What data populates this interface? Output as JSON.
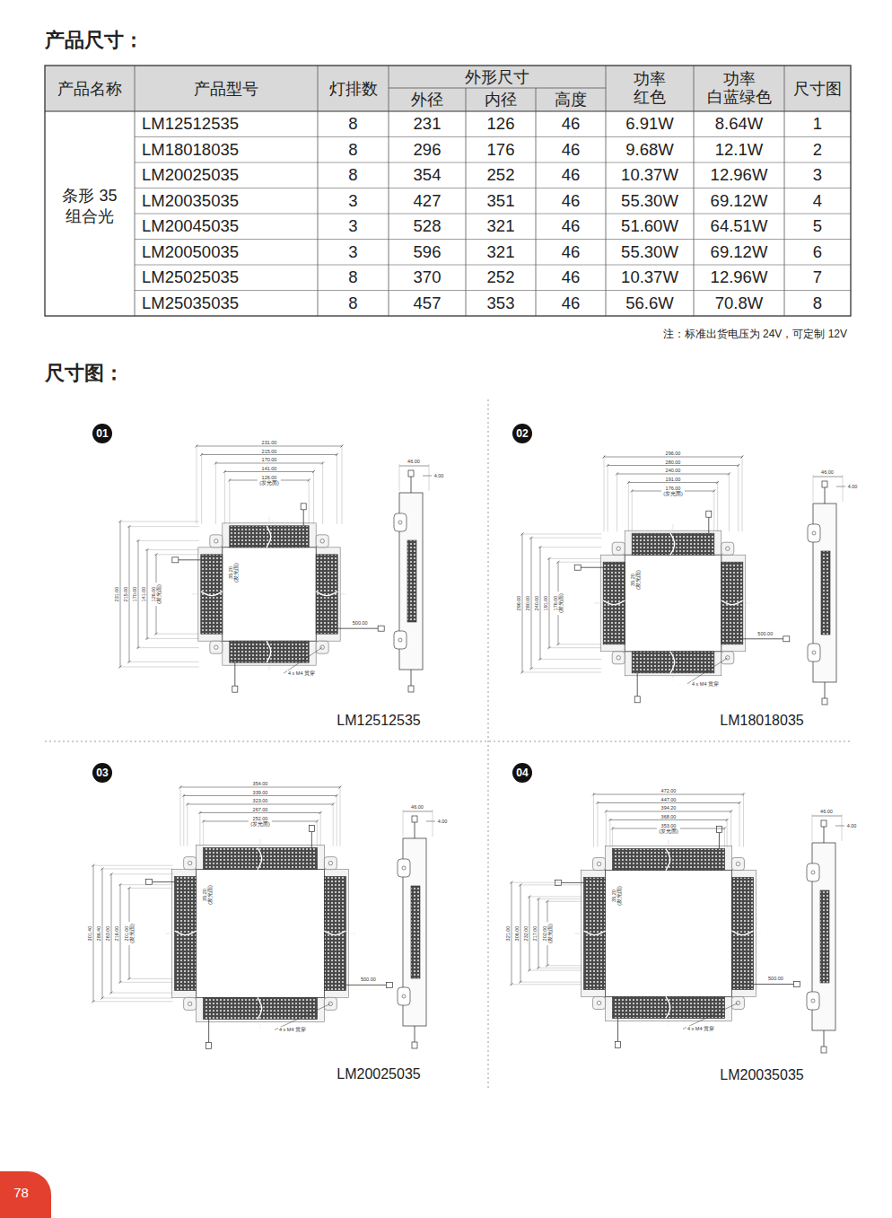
{
  "diagram": {
    "title": "产品尺寸：",
    "nodes": [
      {
        "text": [
          "01"
        ]
      },
      {
        "text": [
          "02"
        ]
      },
      {
        "text": [
          "03"
        ]
      },
      {
        "text": [
          "04"
        ]
      },
      {
        "text": [
          "78"
        ]
      }
    ],
    "labels": [
      "产品名称",
      "产品型号",
      "灯排数",
      "外形尺寸",
      "外径",
      "内径",
      "高度",
      "功率 红色",
      "功率 白蓝绿色",
      "尺寸图",
      "条形 35 组合光",
      "LM12512535",
      "8",
      "231",
      "126",
      "46",
      "6.91W",
      "8.64W",
      "1",
      "LM18018035",
      "8",
      "296",
      "176",
      "46",
      "9.68W",
      "12.1W",
      "2",
      "LM20025035",
      "8",
      "354",
      "252",
      "46",
      "10.37W",
      "12.96W",
      "3",
      "LM20035035",
      "3",
      "427",
      "351",
      "46",
      "55.30W",
      "69.12W",
      "4",
      "LM20045035",
      "3",
      "528",
      "321",
      "46",
      "51.60W",
      "64.51W",
      "5",
      "LM20050035",
      "3",
      "596",
      "321",
      "46",
      "55.30W",
      "69.12W",
      "6",
      "LM25025035",
      "8",
      "370",
      "252",
      "46",
      "10.37W",
      "12.96W",
      "7",
      "LM25035035",
      "8",
      "457",
      "353",
      "46",
      "56.6W",
      "70.8W",
      "8",
      "注：标准出货电压为 24V，可定制 12V",
      "尺寸图：",
      "231.00",
      "215.00",
      "170.00",
      "141.00",
      "126.00 (发光面)",
      "231.00",
      "215.00",
      "170.00",
      "141.00",
      "126.00 (发光面)",
      "35.20 (发光面)",
      "46.00",
      "4.00",
      "500.00",
      "4 x M4 贯穿",
      "LM12512535",
      "296.00",
      "280.00",
      "240.00",
      "191.00",
      "176.00 (发光面)",
      "296.00",
      "280.00",
      "240.00",
      "191.00",
      "176.00 (发光面)",
      "35.20 (发光面)",
      "46.00",
      "4.00",
      "500.00",
      "4 x M4 贯穿",
      "LM18018035",
      "354.00",
      "339.00",
      "323.00",
      "267.00",
      "252.00 (发光面)",
      "301.40",
      "286.40",
      "263.00",
      "216.00",
      "201.00 (发光面)",
      "35.20 (发光面)",
      "46.00",
      "4.00",
      "500.00",
      "4 x M4 贯穿",
      "LM20025035",
      "472.00",
      "447.00",
      "394.20",
      "368.00",
      "353.00 (发光面)",
      "321.00",
      "306.00",
      "232.00",
      "217.00",
      "202.00 (发光面)",
      "35.20 (发光面)",
      "46.00",
      "4.00",
      "500.00",
      "4 x M4 贯穿",
      "LM20035035"
    ]
  }
}
